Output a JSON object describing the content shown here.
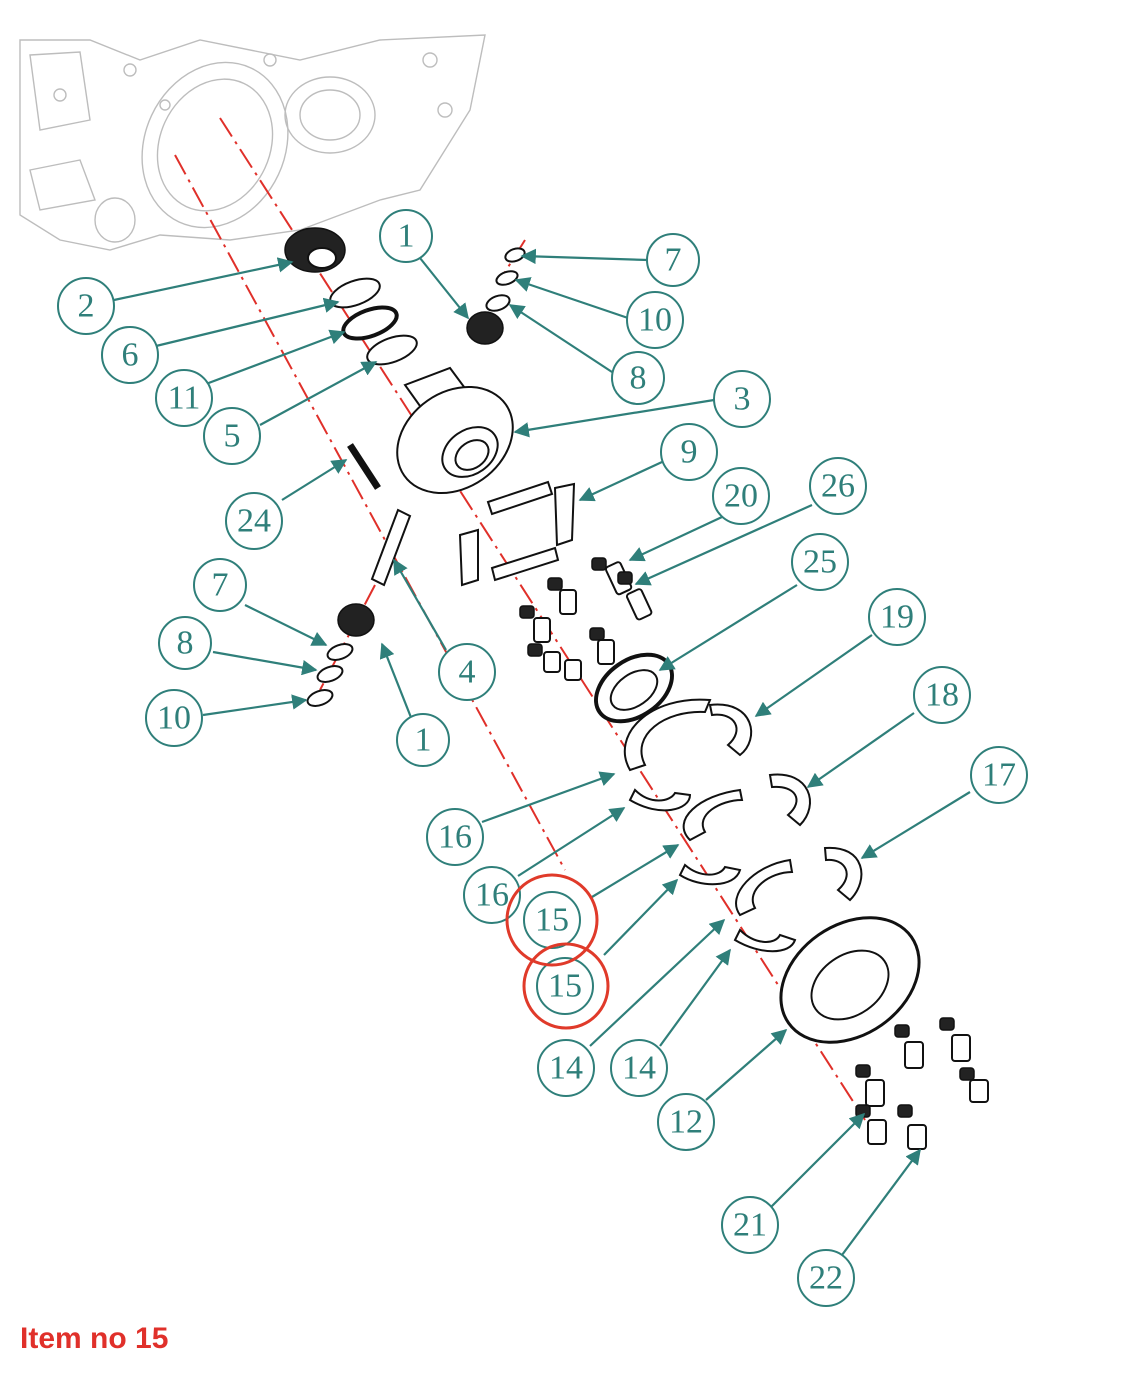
{
  "caption": "Item no 15",
  "colors": {
    "callout": "#2f7f7a",
    "axis": "#e0302a",
    "highlight": "#e03a2a",
    "caption": "#e0302a"
  },
  "callouts": [
    {
      "id": "c1a",
      "label": "1"
    },
    {
      "id": "c7a",
      "label": "7"
    },
    {
      "id": "c2",
      "label": "2"
    },
    {
      "id": "c10a",
      "label": "10"
    },
    {
      "id": "c6",
      "label": "6"
    },
    {
      "id": "c8a",
      "label": "8"
    },
    {
      "id": "c11",
      "label": "11"
    },
    {
      "id": "c3",
      "label": "3"
    },
    {
      "id": "c5",
      "label": "5"
    },
    {
      "id": "c9",
      "label": "9"
    },
    {
      "id": "c20",
      "label": "20"
    },
    {
      "id": "c26",
      "label": "26"
    },
    {
      "id": "c24",
      "label": "24"
    },
    {
      "id": "c25",
      "label": "25"
    },
    {
      "id": "c7b",
      "label": "7"
    },
    {
      "id": "c19",
      "label": "19"
    },
    {
      "id": "c8b",
      "label": "8"
    },
    {
      "id": "c4",
      "label": "4"
    },
    {
      "id": "c18",
      "label": "18"
    },
    {
      "id": "c10b",
      "label": "10"
    },
    {
      "id": "c1b",
      "label": "1"
    },
    {
      "id": "c17",
      "label": "17"
    },
    {
      "id": "c16a",
      "label": "16"
    },
    {
      "id": "c16b",
      "label": "16"
    },
    {
      "id": "c15a",
      "label": "15"
    },
    {
      "id": "c15b",
      "label": "15"
    },
    {
      "id": "c14a",
      "label": "14"
    },
    {
      "id": "c14b",
      "label": "14"
    },
    {
      "id": "c12",
      "label": "12"
    },
    {
      "id": "c21",
      "label": "21"
    },
    {
      "id": "c22",
      "label": "22"
    }
  ],
  "highlighted": [
    "c15a",
    "c15b"
  ]
}
